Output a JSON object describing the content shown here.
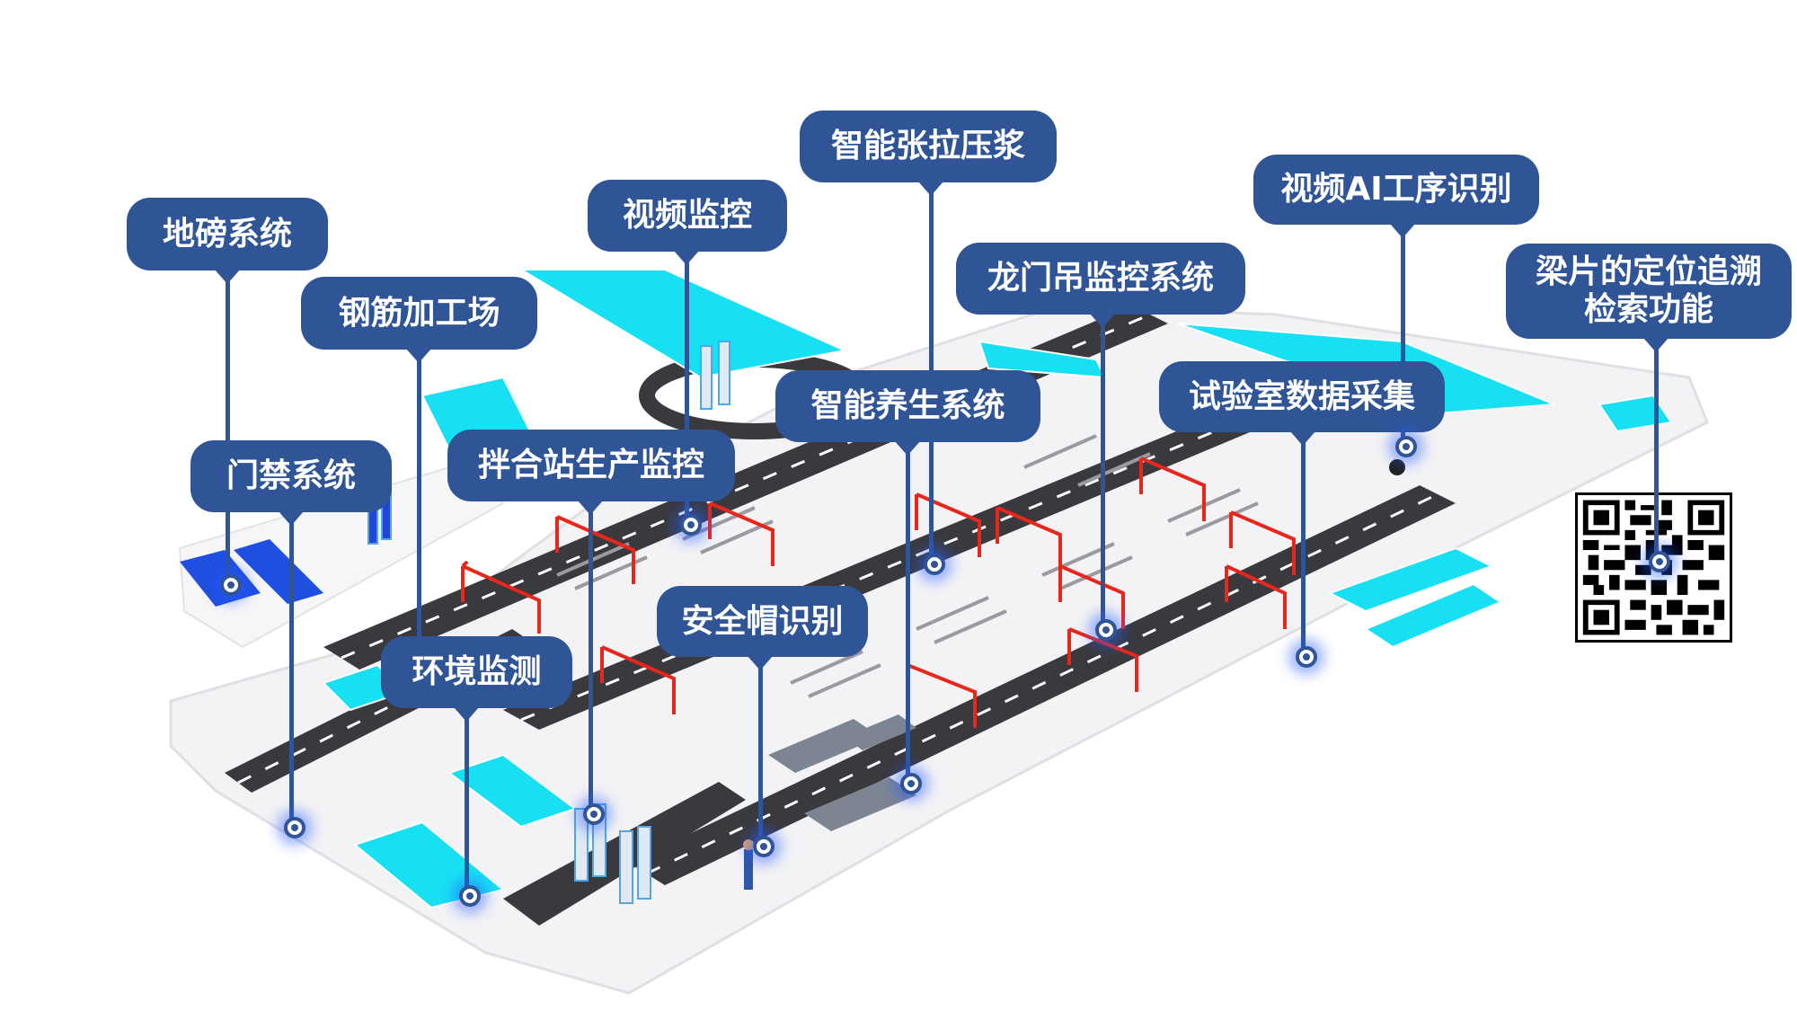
{
  "title": "智慧梁场系统功能示意图",
  "accent_color": "#2f5597",
  "callouts": [
    {
      "id": "weighbridge",
      "label": "地磅系统"
    },
    {
      "id": "rebar-yard",
      "label": "钢筋加工场"
    },
    {
      "id": "video-monitor",
      "label": "视频监控"
    },
    {
      "id": "tension-grouting",
      "label": "智能张拉压浆"
    },
    {
      "id": "gantry-monitor",
      "label": "龙门吊监控系统"
    },
    {
      "id": "video-ai",
      "label": "视频AI工序识别"
    },
    {
      "id": "beam-trace",
      "label": "梁片的定位追溯检索功能",
      "line1": "梁片的定位追溯",
      "line2": "检索功能"
    },
    {
      "id": "access-control",
      "label": "门禁系统"
    },
    {
      "id": "mixing-station",
      "label": "拌合站生产监控"
    },
    {
      "id": "curing-system",
      "label": "智能养生系统"
    },
    {
      "id": "lab-data",
      "label": "试验室数据采集"
    },
    {
      "id": "helmet-detect",
      "label": "安全帽识别"
    },
    {
      "id": "environment",
      "label": "环境监测"
    }
  ],
  "qr_code": {
    "description": "QR code"
  }
}
